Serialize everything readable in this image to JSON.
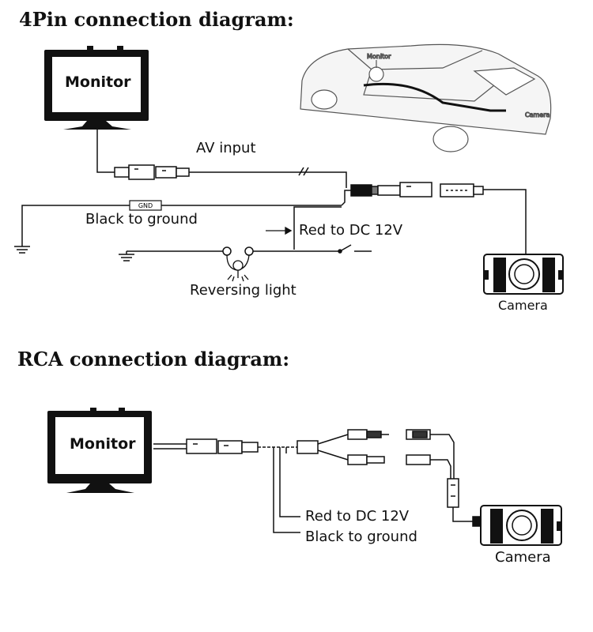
{
  "section1": {
    "title": "4Pin connection diagram:",
    "monitor_label": "Monitor",
    "av_input": "AV input",
    "gnd_tag": "GND",
    "black_to_ground": "Black to ground",
    "red_to_dc": "Red to DC 12V",
    "reversing_light": "Reversing light",
    "camera_label": "Camera",
    "car_monitor": "Monitor",
    "car_camera": "Camera"
  },
  "section2": {
    "title": "RCA connection diagram:",
    "monitor_label": "Monitor",
    "red_to_dc": "Red to DC 12V",
    "black_to_ground": "Black to ground",
    "camera_label": "Camera"
  }
}
